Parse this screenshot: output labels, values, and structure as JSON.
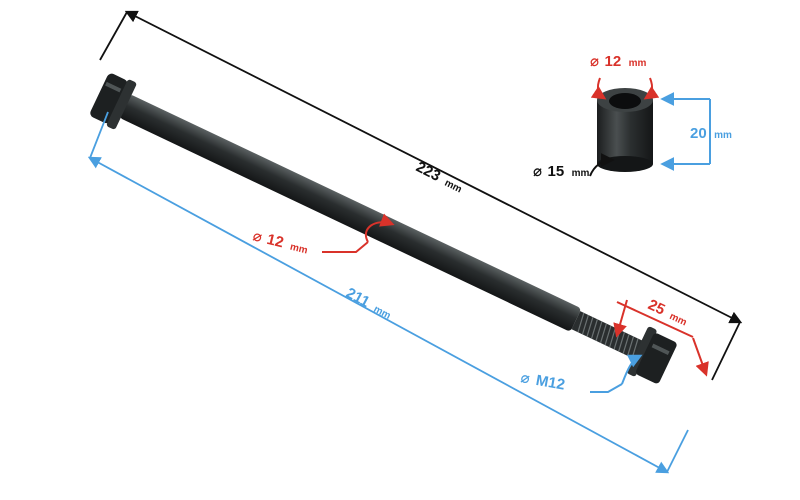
{
  "colors": {
    "red": "#d9322a",
    "blue": "#4a9fe0",
    "black": "#111111",
    "metal_dark": "#1d2021",
    "metal_mid": "#3a3f40",
    "metal_light": "#5b6162"
  },
  "diameter_symbol": "⌀",
  "dimensions": {
    "overall_length": {
      "value": "223",
      "unit": "mm"
    },
    "shaft_length": {
      "value": "211",
      "unit": "mm"
    },
    "shaft_diameter": {
      "value": "12",
      "unit": "mm"
    },
    "thread": {
      "value": "M12"
    },
    "thread_length": {
      "value": "25",
      "unit": "mm"
    },
    "spacer_inner_diameter": {
      "value": "12",
      "unit": "mm"
    },
    "spacer_outer_diameter": {
      "value": "15",
      "unit": "mm"
    },
    "spacer_height": {
      "value": "20",
      "unit": "mm"
    }
  }
}
